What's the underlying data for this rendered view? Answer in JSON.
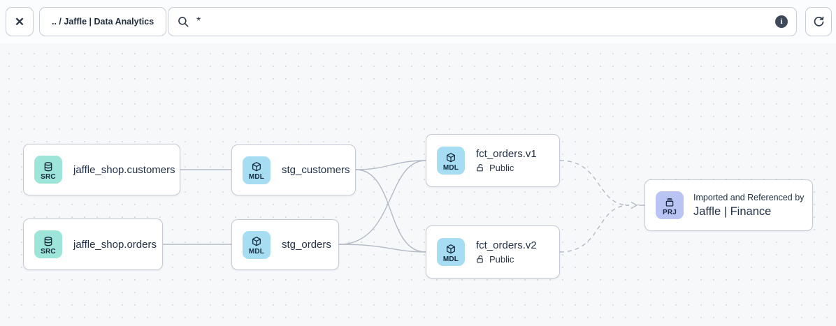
{
  "toolbar": {
    "close_icon_glyph": "✕",
    "breadcrumb": ".. / Jaffle | Data Analytics",
    "search": {
      "value": "*",
      "info_glyph": "i"
    }
  },
  "canvas": {
    "nodes": {
      "src_customers": {
        "type": "SRC",
        "label": "jaffle_shop.customers"
      },
      "src_orders": {
        "type": "SRC",
        "label": "jaffle_shop.orders"
      },
      "stg_customers": {
        "type": "MDL",
        "label": "stg_customers"
      },
      "stg_orders": {
        "type": "MDL",
        "label": "stg_orders"
      },
      "fct_orders_v1": {
        "type": "MDL",
        "label": "fct_orders.v1",
        "access": "Public"
      },
      "fct_orders_v2": {
        "type": "MDL",
        "label": "fct_orders.v2",
        "access": "Public"
      },
      "project_finance": {
        "type": "PRJ",
        "relationship": "Imported and Referenced by",
        "label": "Jaffle | Finance"
      }
    },
    "edges": [
      {
        "from": "jaffle_shop.customers",
        "to": "stg_customers",
        "style": "solid"
      },
      {
        "from": "jaffle_shop.orders",
        "to": "stg_orders",
        "style": "solid"
      },
      {
        "from": "stg_customers",
        "to": "fct_orders.v1",
        "style": "solid"
      },
      {
        "from": "stg_customers",
        "to": "fct_orders.v2",
        "style": "solid"
      },
      {
        "from": "stg_orders",
        "to": "fct_orders.v1",
        "style": "solid"
      },
      {
        "from": "stg_orders",
        "to": "fct_orders.v2",
        "style": "solid"
      },
      {
        "from": "fct_orders.v1",
        "to": "Jaffle | Finance",
        "style": "dashed"
      },
      {
        "from": "fct_orders.v2",
        "to": "Jaffle | Finance",
        "style": "dashed"
      }
    ]
  },
  "colors": {
    "source_badge": "#9DE5D8",
    "model_badge": "#A6DDF3",
    "project_badge": "#B9C3F4",
    "edge": "#B3BAC6",
    "node_border": "#C5CAD4",
    "text": "#1C2B3D",
    "canvas_bg": "#F7F8FA"
  }
}
